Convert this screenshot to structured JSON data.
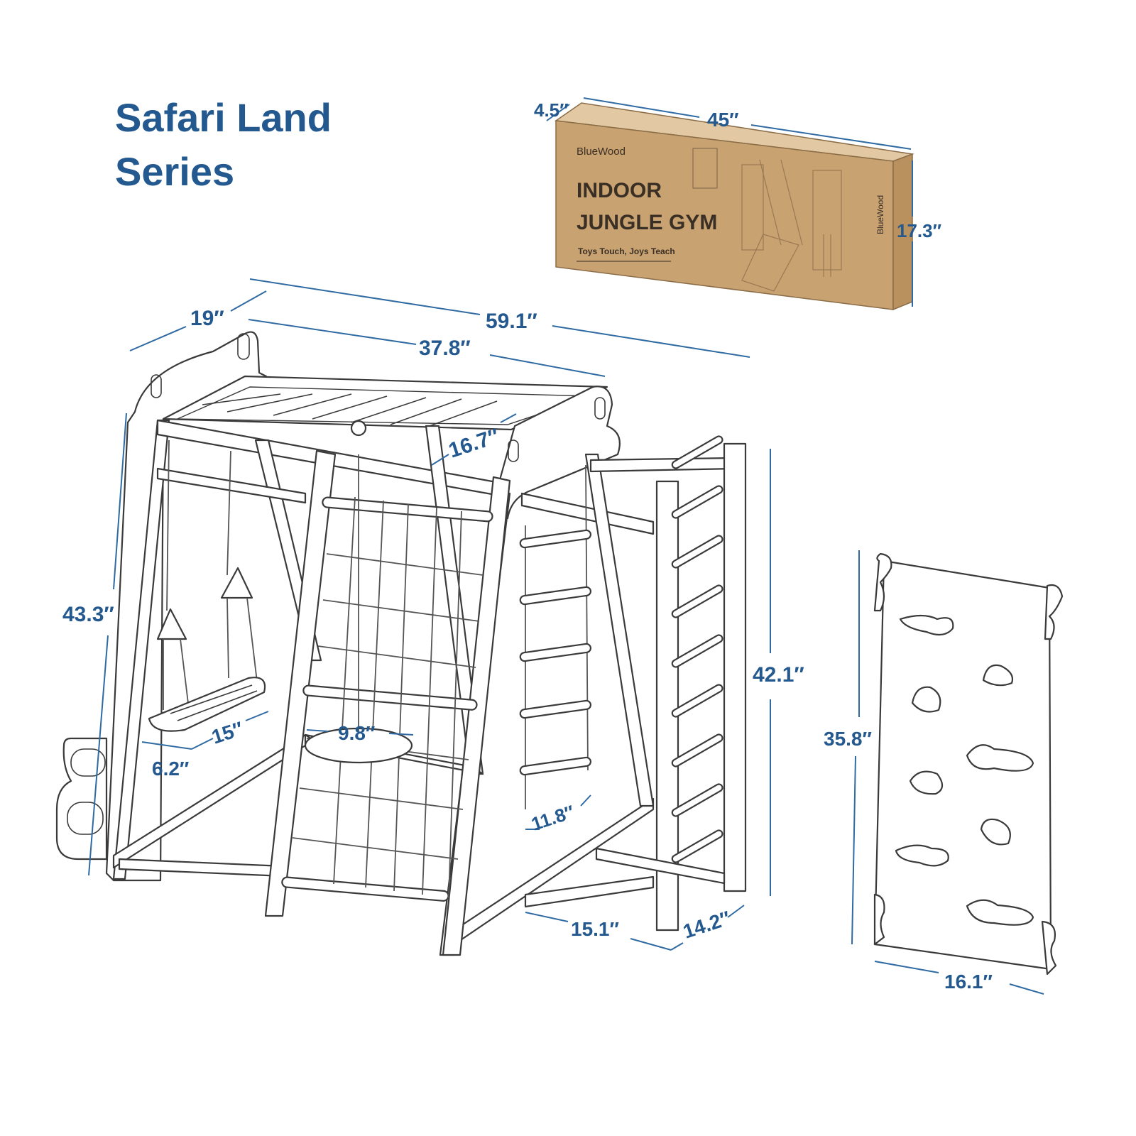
{
  "title": {
    "line1": "Safari Land",
    "line2": "Series"
  },
  "box": {
    "brand": "BlueWood",
    "heading_line1": "INDOOR",
    "heading_line2": "JUNGLE GYM",
    "tagline": "Toys Touch, Joys Teach",
    "side_brand": "BlueWood",
    "dims": {
      "depth": "4.5″",
      "length": "45″",
      "height": "17.3″"
    }
  },
  "gym_dims": {
    "depth": "19″",
    "total_length": "59.1″",
    "frame_length": "37.8″",
    "bar_width": "16.7″",
    "height_left": "43.3″",
    "height_ladder": "42.1″",
    "swing_length": "15″",
    "swing_width": "6.2″",
    "disc_diameter": "9.8″",
    "rope_ladder_width": "11.8″",
    "ladder_length": "15.1″",
    "ladder_depth": "14.2″"
  },
  "ramp_dims": {
    "height": "35.8″",
    "width": "16.1″"
  },
  "colors": {
    "accent": "#24598f",
    "box": "#c9a272"
  }
}
